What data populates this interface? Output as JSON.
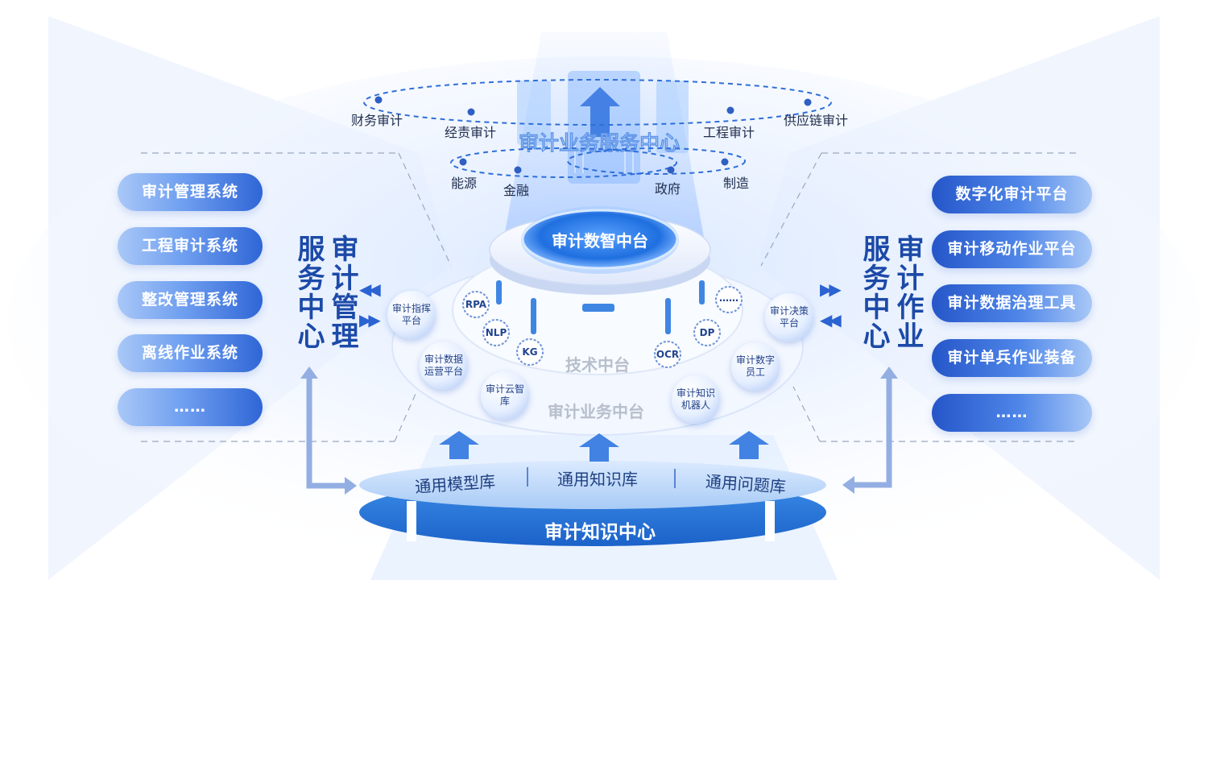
{
  "top": {
    "service_center": "审计业务服务中心",
    "outer_ring": [
      "财务审计",
      "经责审计",
      "工程审计",
      "供应链审计"
    ],
    "inner_ring": [
      "能源",
      "金融",
      "政府",
      "制造"
    ]
  },
  "left": {
    "title": "审计管理服务中心",
    "items": [
      "审计管理系统",
      "工程审计系统",
      "整改管理系统",
      "离线作业系统",
      "……"
    ]
  },
  "right": {
    "title": "审计作业服务中心",
    "items": [
      "数字化审计平台",
      "审计移动作业平台",
      "审计数据治理工具",
      "审计单兵作业装备",
      "……"
    ]
  },
  "platform": {
    "data_platform": "审计数智中台",
    "tech_platform": "技术中台",
    "business_platform": "审计业务中台",
    "tech_items": [
      "RPA",
      "NLP",
      "KG",
      "OCR",
      "DP",
      "……"
    ],
    "business_items": [
      "审计指挥平台",
      "审计数据运营平台",
      "审计云智库",
      "审计知识机器人",
      "审计数字员工",
      "审计决策平台"
    ]
  },
  "knowledge": {
    "center": "审计知识中心",
    "libraries": [
      "通用模型库",
      "通用知识库",
      "通用问题库"
    ]
  },
  "colors": {
    "primary": "#2f66d6",
    "dark": "#1c4aa8",
    "light": "#a9c8f7"
  }
}
